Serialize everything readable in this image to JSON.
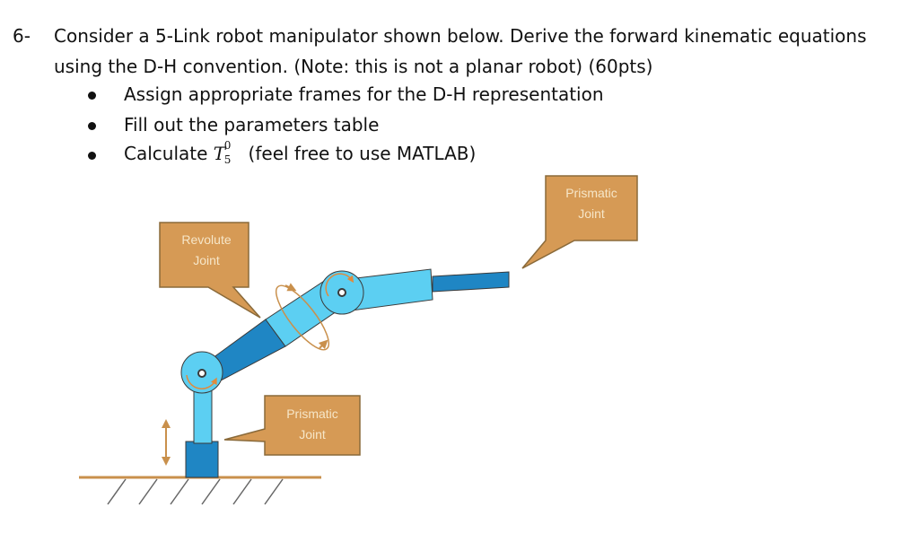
{
  "question": {
    "number": "6-",
    "line1": "Consider a 5-Link robot manipulator shown below. Derive the forward kinematic equations",
    "line2": "using the D-H convention. (Note: this is not a planar robot) (60pts)"
  },
  "bullets": [
    "Assign appropriate frames for the D-H representation",
    "Fill out the parameters table"
  ],
  "bullet3": {
    "prefix": "Calculate ",
    "symbol": "T",
    "superscript": "0",
    "subscript": "5",
    "suffix": " (feel free to use MATLAB)"
  },
  "callouts": {
    "revolute": {
      "line1": "Revolute",
      "line2": "Joint"
    },
    "prismatic_top": {
      "line1": "Prismatic",
      "line2": "Joint"
    },
    "prismatic_bottom": {
      "line1": "Prismatic",
      "line2": "Joint"
    }
  },
  "colors": {
    "callout_fill": "#d69a55",
    "callout_stroke": "#8a6a3a",
    "link_light": "#5ccff2",
    "link_dark": "#1f86c4",
    "ground": "#c9904c",
    "joint_arrow": "#c9904c"
  }
}
